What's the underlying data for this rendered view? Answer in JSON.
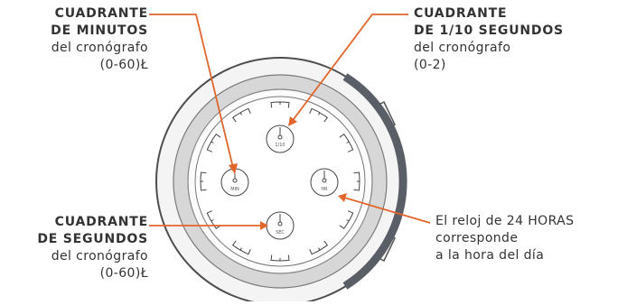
{
  "accent_color": "#e2662b",
  "labels": {
    "minutes": {
      "line1": "CUADRANTE",
      "line2": "DE MINUTOS",
      "line3": "del cronógrafo",
      "line4": "(0-60)Ł"
    },
    "tenths": {
      "line1": "CUADRANTE",
      "line2": "DE 1/10 SEGUNDOS",
      "line3": "del cronógrafo",
      "line4": "(0-2)"
    },
    "seconds": {
      "line1": "CUADRANTE",
      "line2": "DE SEGUNDOS",
      "line3": "del cronógrafo",
      "line4": "(0-60)Ł"
    },
    "hours24": {
      "line1": "El reloj de 24 HORAS",
      "line2": "corresponde",
      "line3": "a la hora del día"
    }
  },
  "subdials": {
    "tenths": "1/10",
    "minutes": "MIN",
    "hours": "HR",
    "seconds": "SEC"
  }
}
